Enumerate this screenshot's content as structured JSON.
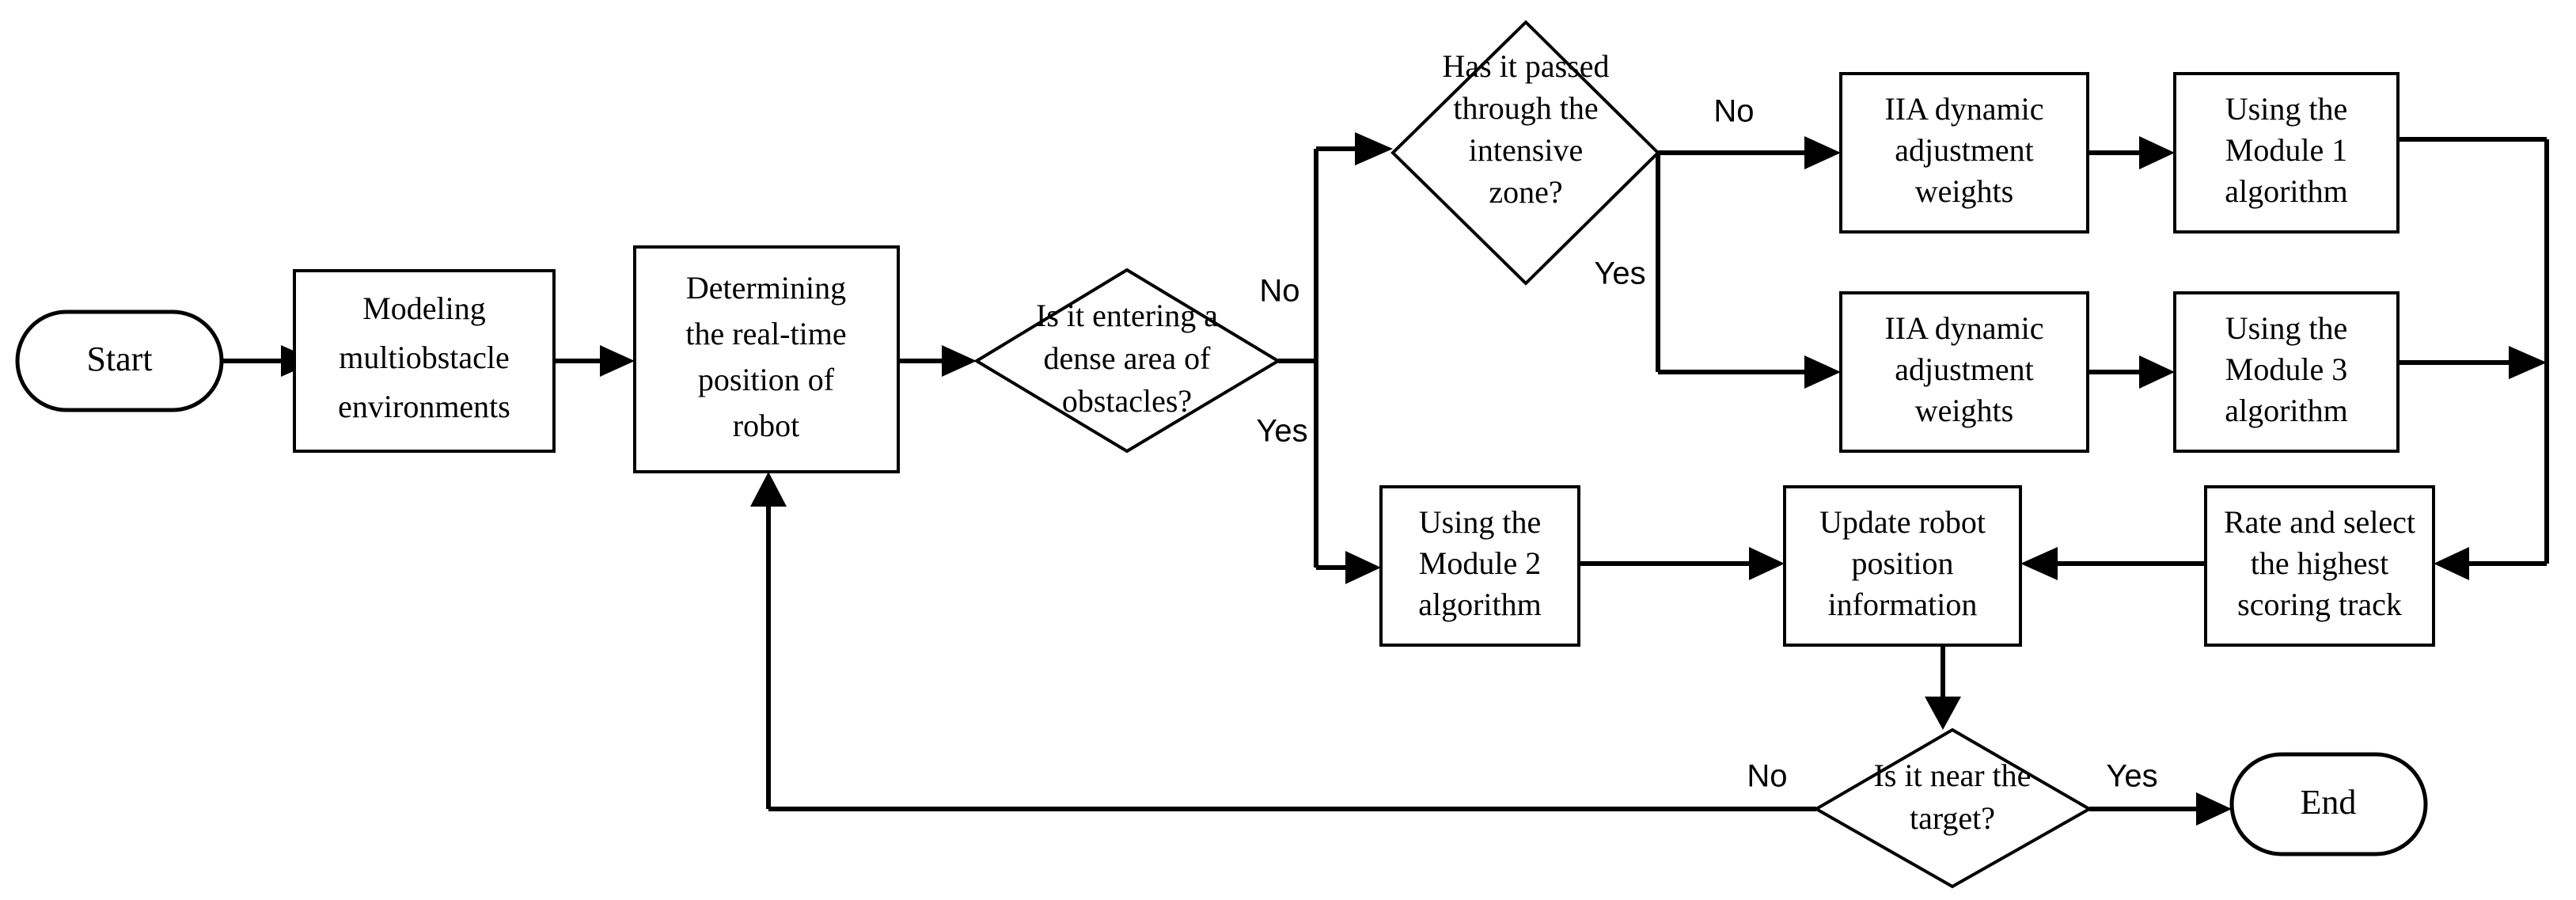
{
  "diagram": {
    "title": "Robot multi-obstacle path planning flowchart",
    "background_color": "#ffffff",
    "line_color": "#000000",
    "text_color": "#000000",
    "nodes": {
      "start": {
        "label": "Start",
        "shape": "terminator"
      },
      "modeling": {
        "line1": "Modeling",
        "line2": "multiobstacle",
        "line3": "environments",
        "shape": "process"
      },
      "determining": {
        "line1": "Determining",
        "line2": "the real-time",
        "line3": "position of",
        "line4": "robot",
        "shape": "process"
      },
      "dense_decision": {
        "line1": "Is it entering a",
        "line2": "dense area of",
        "line3": "obstacles?",
        "shape": "decision"
      },
      "intensive_decision": {
        "line1": "Has it passed",
        "line2": "through the",
        "line3": "intensive",
        "line4": "zone?",
        "shape": "decision"
      },
      "iia_top": {
        "line1": "IIA dynamic",
        "line2": "adjustment",
        "line3": "weights",
        "shape": "process"
      },
      "iia_mid": {
        "line1": "IIA dynamic",
        "line2": "adjustment",
        "line3": "weights",
        "shape": "process"
      },
      "module1": {
        "line1": "Using the",
        "line2": "Module 1",
        "line3": "algorithm",
        "shape": "process"
      },
      "module3": {
        "line1": "Using the",
        "line2": "Module 3",
        "line3": "algorithm",
        "shape": "process"
      },
      "module2": {
        "line1": "Using the",
        "line2": "Module 2",
        "line3": "algorithm",
        "shape": "process"
      },
      "update_robot": {
        "line1": "Update robot",
        "line2": "position",
        "line3": "information",
        "shape": "process"
      },
      "rate_select": {
        "line1": "Rate and select",
        "line2": "the highest",
        "line3": "scoring track",
        "shape": "process"
      },
      "near_target_decision": {
        "line1": "Is it near the",
        "line2": "target?",
        "shape": "decision"
      },
      "end": {
        "label": "End",
        "shape": "terminator"
      }
    },
    "edge_labels": {
      "dense_no": "No",
      "dense_yes": "Yes",
      "intensive_no": "No",
      "intensive_yes": "Yes",
      "target_no": "No",
      "target_yes": "Yes"
    }
  }
}
